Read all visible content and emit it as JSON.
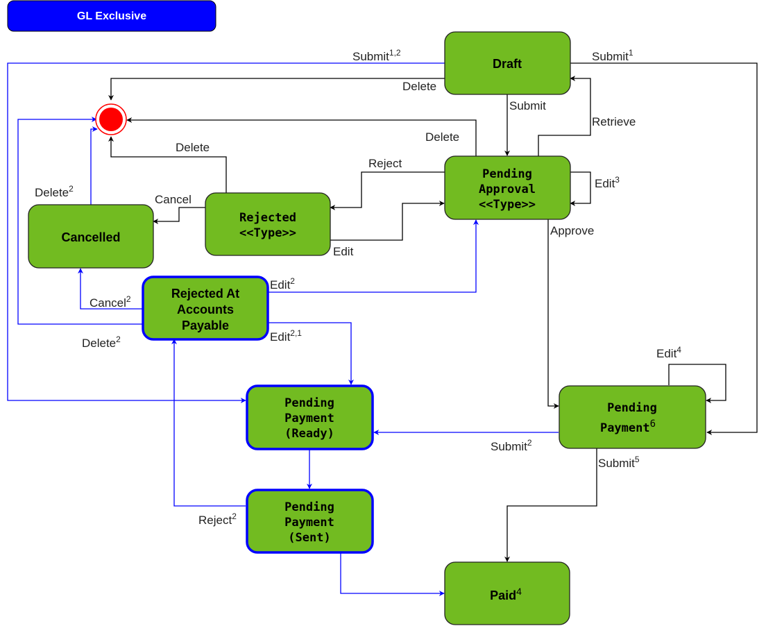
{
  "badge": {
    "label": "GL Exclusive",
    "color": "#0000ff"
  },
  "colors": {
    "node_fill": "#72bb21",
    "node_border": "#222222",
    "highlight_border": "#0000ff",
    "end_fill": "#ff0000"
  },
  "nodes": {
    "draft": {
      "lines": [
        "Draft"
      ]
    },
    "pending_approval": {
      "lines": [
        "Pending",
        "Approval",
        "<<Type>>"
      ]
    },
    "rejected": {
      "lines": [
        "Rejected",
        "<<Type>>"
      ]
    },
    "cancelled": {
      "lines": [
        "Cancelled"
      ]
    },
    "rejected_ap": {
      "lines": [
        "Rejected At",
        "Accounts",
        "Payable"
      ]
    },
    "pp_ready": {
      "lines": [
        "Pending",
        "Payment",
        "(Ready)"
      ]
    },
    "pp_sent": {
      "lines": [
        "Pending",
        "Payment",
        "(Sent)"
      ]
    },
    "pending_payment": {
      "line1": "Pending",
      "line2": "Payment",
      "sup": "6"
    },
    "paid": {
      "text": "Paid",
      "sup": "4"
    }
  },
  "edges": {
    "submit_12": {
      "text": "Submit",
      "sup": "1,2"
    },
    "submit_1": {
      "text": "Submit",
      "sup": "1"
    },
    "draft_delete": {
      "text": "Delete"
    },
    "draft_submit": {
      "text": "Submit"
    },
    "retrieve": {
      "text": "Retrieve"
    },
    "pa_delete": {
      "text": "Delete"
    },
    "reject": {
      "text": "Reject"
    },
    "edit_3": {
      "text": "Edit",
      "sup": "3"
    },
    "rej_delete": {
      "text": "Delete"
    },
    "cancel": {
      "text": "Cancel"
    },
    "delete_2": {
      "text": "Delete",
      "sup": "2"
    },
    "edit": {
      "text": "Edit"
    },
    "approve": {
      "text": "Approve"
    },
    "rap_edit_2": {
      "text": "Edit",
      "sup": "2"
    },
    "cancel_2": {
      "text": "Cancel",
      "sup": "2"
    },
    "rap_delete_2": {
      "text": "Delete",
      "sup": "2"
    },
    "edit_21": {
      "text": "Edit",
      "sup": "2,1"
    },
    "edit_4": {
      "text": "Edit",
      "sup": "4"
    },
    "submit_2": {
      "text": "Submit",
      "sup": "2"
    },
    "submit_5": {
      "text": "Submit",
      "sup": "5"
    },
    "reject_2": {
      "text": "Reject",
      "sup": "2"
    }
  }
}
